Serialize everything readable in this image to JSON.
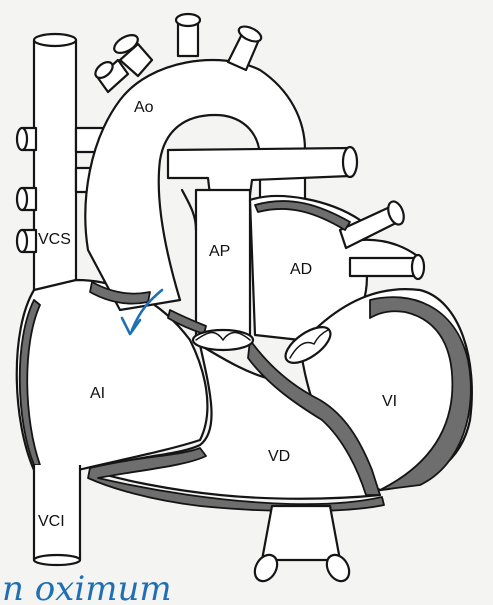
{
  "labels": {
    "ao": "Ao",
    "vcs": "VCS",
    "ap": "AP",
    "ad": "AD",
    "ai": "AI",
    "vi": "VI",
    "vd": "VD",
    "vci": "VCI"
  },
  "handwriting": "n oximum",
  "colors": {
    "outline": "#151515",
    "muscle_wall": "#6e6e6e",
    "arrow": "#1f6fb4",
    "paper": "#f4f4f2"
  }
}
